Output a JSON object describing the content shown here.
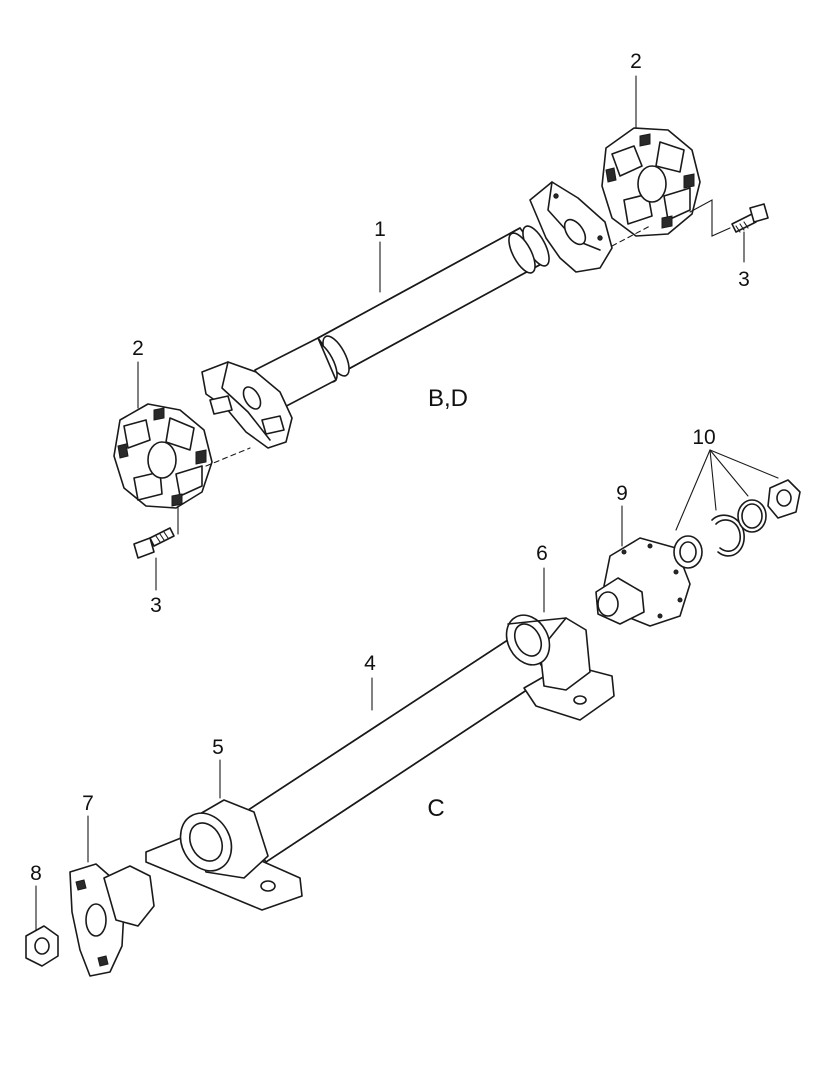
{
  "callouts": {
    "p1": "1",
    "p2_top": "2",
    "p2_left": "2",
    "p3_right": "3",
    "p3_left": "3",
    "p4": "4",
    "p5": "5",
    "p6": "6",
    "p7": "7",
    "p8": "8",
    "p9": "9",
    "p10": "10"
  },
  "group_labels": {
    "upper": "B,D",
    "lower": "C"
  },
  "colors": {
    "ink": "#1a1a1a",
    "paper": "#ffffff"
  }
}
